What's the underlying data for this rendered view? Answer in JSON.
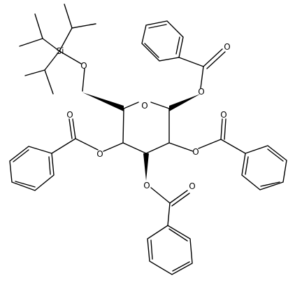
{
  "molecule": {
    "atom_labels": {
      "si": "Si",
      "o_silyl_ether": "O",
      "o_ring": "O",
      "o_c1": "O",
      "o_c1_carbonyl": "O",
      "o_c2": "O",
      "o_c2_carbonyl": "O",
      "o_c3": "O",
      "o_c3_carbonyl": "O",
      "o_c4": "O",
      "o_c4_carbonyl": "O"
    }
  },
  "colors": {
    "bond": "#000000",
    "label": "#000000",
    "background": "#ffffff"
  }
}
